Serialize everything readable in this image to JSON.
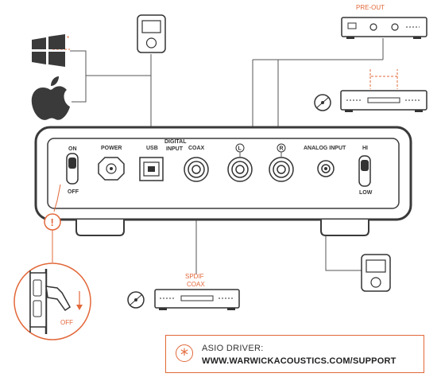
{
  "colors": {
    "accent": "#e2683a",
    "line": "#555555",
    "device": "#3a3a3a"
  },
  "labels": {
    "pre_out": "PRE-OUT",
    "on": "ON",
    "off": "OFF",
    "power": "POWER",
    "usb": "USB",
    "digital": "DIGITAL",
    "input": "INPUT",
    "coax": "COAX",
    "left": "L",
    "right": "R",
    "analog_input": "ANALOG INPUT",
    "hi": "HI",
    "low": "LOW",
    "spdif": "SPDIF",
    "spdif_coax": "COAX",
    "off_detail": "OFF",
    "warning": "!",
    "asterisk": "*"
  },
  "asio": {
    "line1": "ASIO DRIVER:",
    "line2": "WWW.WARWICKACOUSTICS.COM/SUPPORT"
  },
  "icons": [
    "windows-icon",
    "apple-icon",
    "music-player-icon",
    "preamp-icon",
    "cd-player-icon",
    "warning-icon",
    "asterisk-icon"
  ]
}
